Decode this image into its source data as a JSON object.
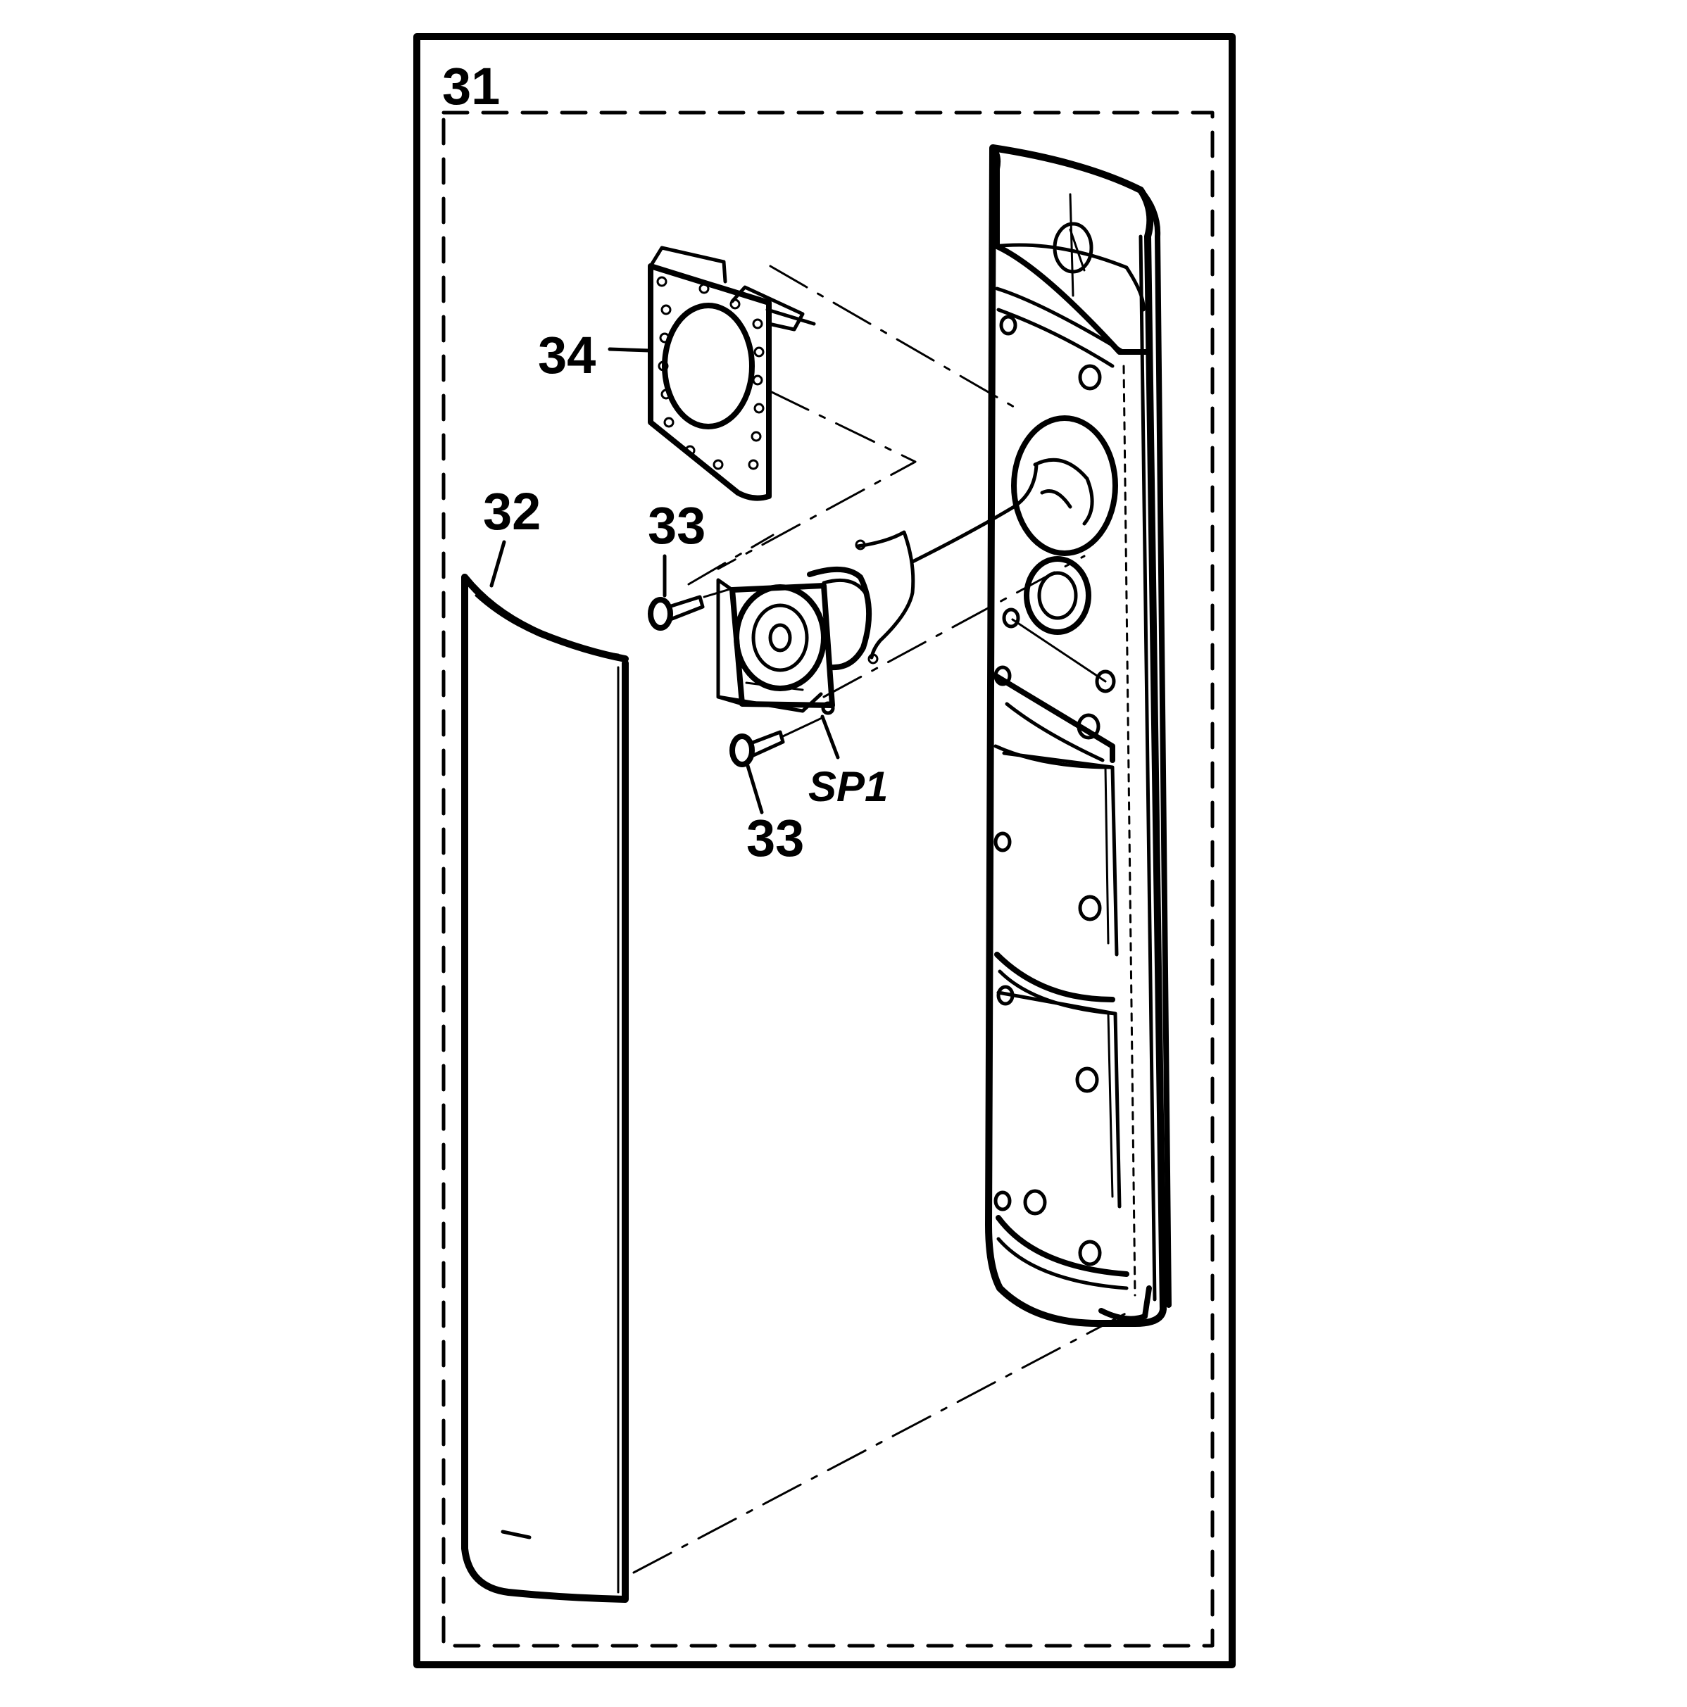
{
  "diagram": {
    "labels": {
      "assembly": "31",
      "grille": "32",
      "screw_upper": "33",
      "screw_lower": "33",
      "bracket": "34",
      "speaker": "SP1"
    }
  }
}
